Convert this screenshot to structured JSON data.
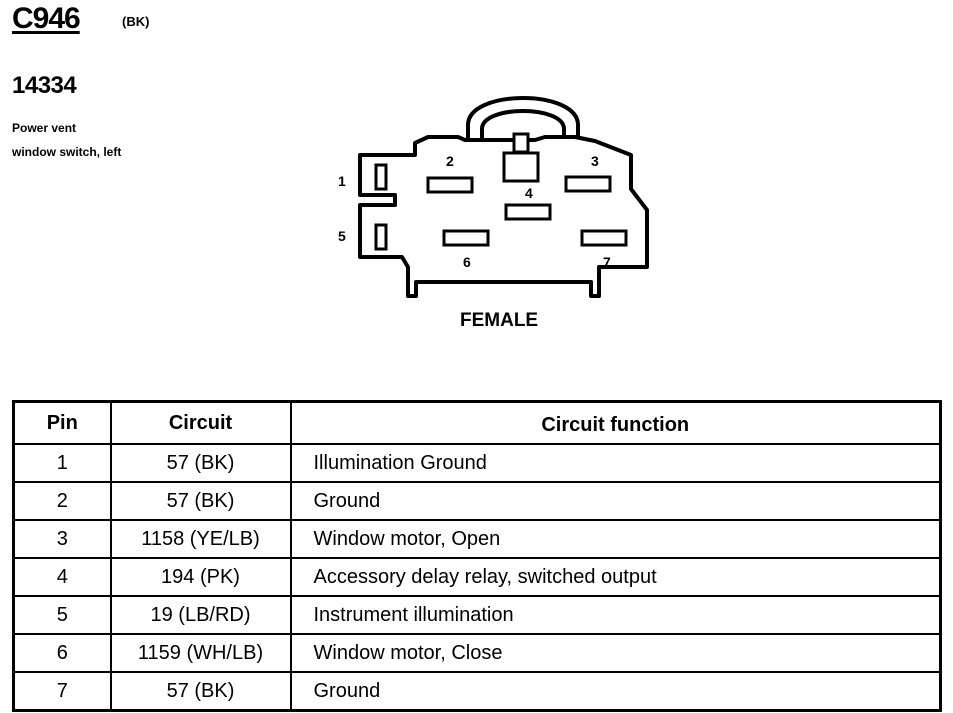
{
  "connector": {
    "id": "C946",
    "color": "(BK)",
    "part_number": "14334",
    "description_lines": [
      "Power vent",
      "window switch, left"
    ]
  },
  "diagram": {
    "pin_labels": [
      "1",
      "2",
      "3",
      "4",
      "5",
      "6",
      "7"
    ],
    "gender": "FEMALE"
  },
  "table": {
    "headers": [
      "Pin",
      "Circuit",
      "Circuit function"
    ],
    "rows": [
      {
        "pin": "1",
        "circuit": "57 (BK)",
        "function": "Illumination Ground"
      },
      {
        "pin": "2",
        "circuit": "57 (BK)",
        "function": "Ground"
      },
      {
        "pin": "3",
        "circuit": "1158 (YE/LB)",
        "function": "Window motor, Open"
      },
      {
        "pin": "4",
        "circuit": "194 (PK)",
        "function": "Accessory delay relay, switched output"
      },
      {
        "pin": "5",
        "circuit": "19 (LB/RD)",
        "function": "Instrument illumination"
      },
      {
        "pin": "6",
        "circuit": "1159 (WH/LB)",
        "function": "Window motor, Close"
      },
      {
        "pin": "7",
        "circuit": "57 (BK)",
        "function": "Ground"
      }
    ]
  }
}
